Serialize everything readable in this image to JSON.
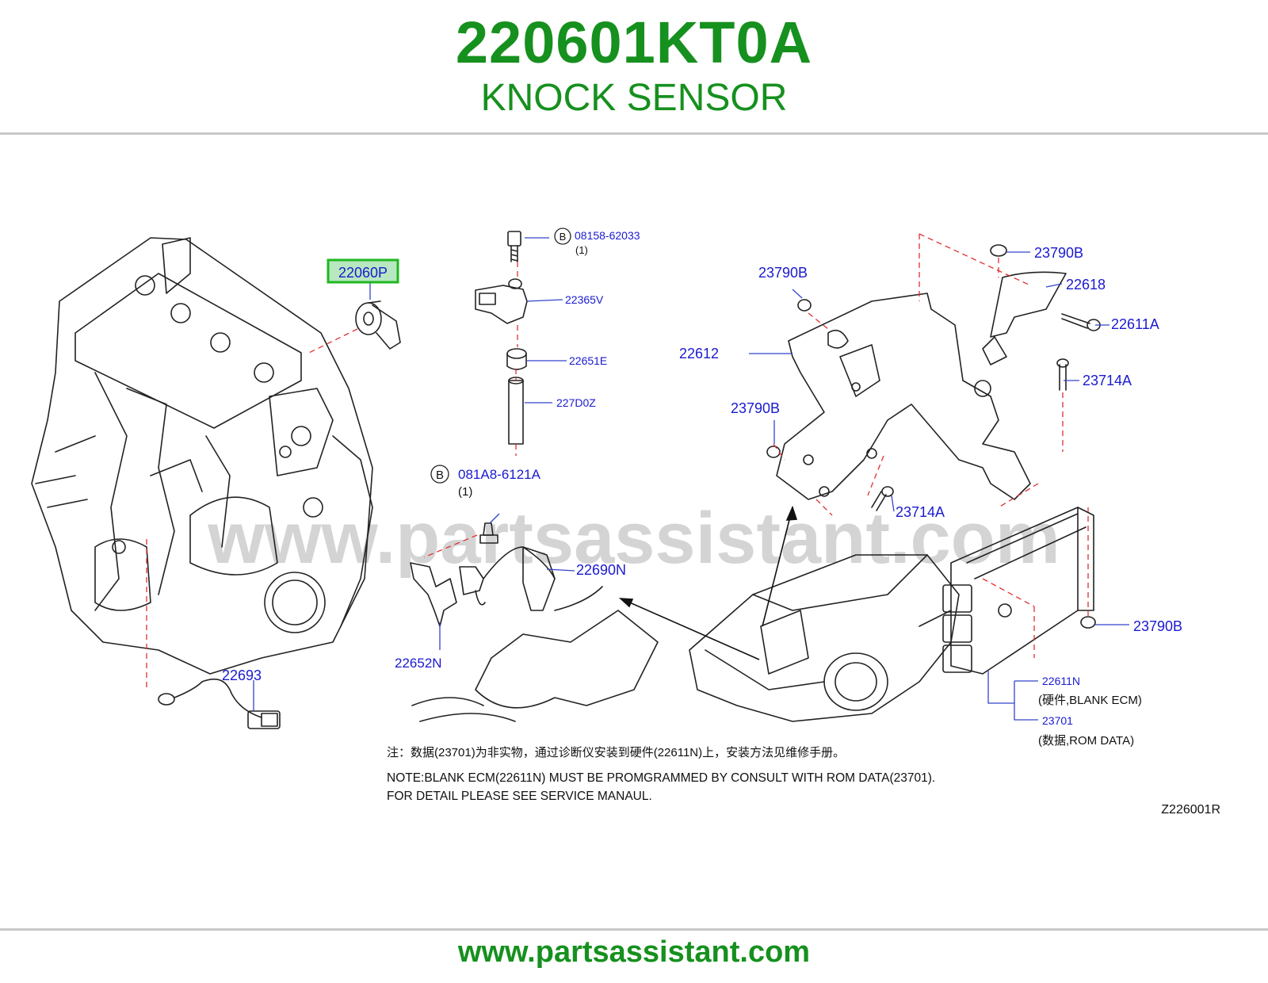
{
  "header": {
    "part_number": "220601KT0A",
    "part_name": "KNOCK SENSOR"
  },
  "diagram": {
    "watermark": "www.partsassistant.com",
    "highlighted_callout": "22060P",
    "callouts": {
      "c_22060P": "22060P",
      "c_08158_62033": "08158-62033",
      "c_08158_qty": "(1)",
      "c_22365V": "22365V",
      "c_22651E": "22651E",
      "c_227D0Z": "227D0Z",
      "c_081A8_6121A": "081A8-6121A",
      "c_081A8_qty": "(1)",
      "c_22690N": "22690N",
      "c_22652N": "22652N",
      "c_22693": "22693",
      "c_23790B_a": "23790B",
      "c_22612": "22612",
      "c_23790B_b": "23790B",
      "c_23790B_c": "23790B",
      "c_22618": "22618",
      "c_22611A": "22611A",
      "c_23714A_a": "23714A",
      "c_23714A_b": "23714A",
      "c_23790B_d": "23790B",
      "c_22611N": "22611N",
      "c_22611N_desc": "(硬件,BLANK  ECM)",
      "c_23701": "23701",
      "c_23701_desc": "(数据,ROM  DATA)",
      "bolt_symbol": "B"
    },
    "notes": {
      "cn": "注：数据(23701)为非实物，通过诊断仪安装到硬件(22611N)上，安装方法见维修手册。",
      "en_line1": "NOTE:BLANK  ECM(22611N)  MUST  BE  PROMGRAMMED  BY  CONSULT  WITH  ROM  DATA(23701).",
      "en_line2": "FOR  DETAIL  PLEASE  SEE  SERVICE  MANAUL."
    },
    "diagram_code": "Z226001R"
  },
  "footer": {
    "url": "www.partsassistant.com"
  },
  "colors": {
    "brand_green": "#16901e",
    "callout_blue": "#1a1ad0",
    "highlight_border": "#1fb81f",
    "highlight_fill": "#b8e8c0",
    "leader_red": "#e03030"
  }
}
